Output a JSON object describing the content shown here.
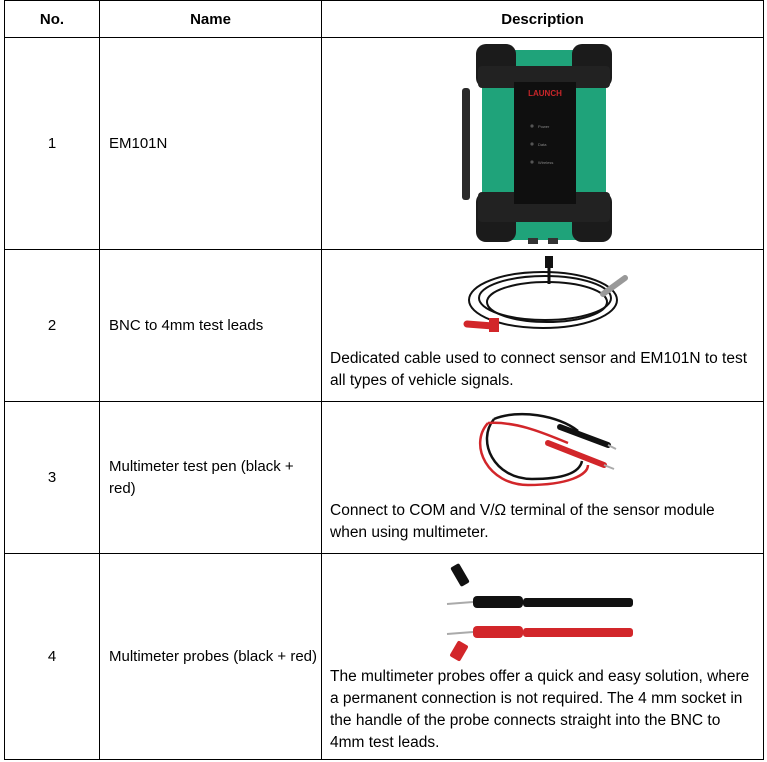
{
  "header": {
    "no": "No.",
    "name": "Name",
    "description": "Description"
  },
  "rows": [
    {
      "no": "1",
      "name": "EM101N",
      "description": "",
      "image": {
        "icon": "em101n-device-image",
        "brand_text": "LAUNCH",
        "labels": [
          "Power",
          "Data",
          "Wireless"
        ]
      }
    },
    {
      "no": "2",
      "name": "BNC to 4mm test leads",
      "description": "Dedicated cable used to connect sensor and EM101N to test all types of vehicle signals.",
      "image": {
        "icon": "bnc-test-leads-image"
      }
    },
    {
      "no": "3",
      "name": "Multimeter test pen (black + red)",
      "description": "Connect to COM and V/Ω terminal of the sensor module when using multimeter.",
      "image": {
        "icon": "multimeter-test-pen-image"
      }
    },
    {
      "no": "4",
      "name": "Multimeter probes (black + red)",
      "description": "The multimeter probes offer a quick and easy solution, where a permanent connection is not required. The 4 mm socket in the handle of the probe connects straight into the BNC to 4mm test leads.",
      "image": {
        "icon": "multimeter-probes-image"
      }
    }
  ],
  "colors": {
    "device_green": "#1fa37a",
    "lead_red": "#d2262a",
    "lead_black": "#111111"
  }
}
